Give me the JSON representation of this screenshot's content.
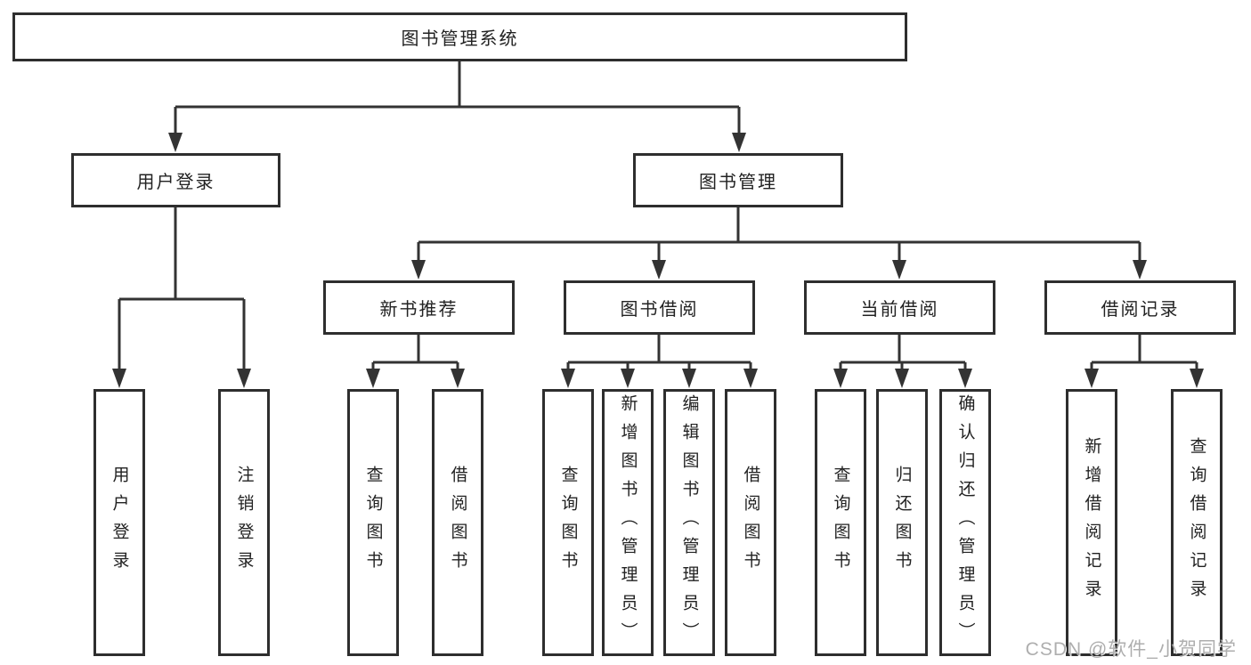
{
  "colors": {
    "line": "#333333",
    "box_border": "#2e2e2e",
    "text": "#222222",
    "watermark": "#a6a6a6",
    "background": "#ffffff"
  },
  "diagram": {
    "root": {
      "label": "图书管理系统"
    },
    "branches": [
      {
        "label": "用户登录",
        "children": [
          {
            "label": "用户登录"
          },
          {
            "label": "注销登录"
          }
        ]
      },
      {
        "label": "图书管理",
        "children": [
          {
            "label": "新书推荐",
            "children": [
              {
                "label": "查询图书"
              },
              {
                "label": "借阅图书"
              }
            ]
          },
          {
            "label": "图书借阅",
            "children": [
              {
                "label": "查询图书"
              },
              {
                "label": "新增图书（管理员）"
              },
              {
                "label": "编辑图书（管理员）"
              },
              {
                "label": "借阅图书"
              }
            ]
          },
          {
            "label": "当前借阅",
            "children": [
              {
                "label": "查询图书"
              },
              {
                "label": "归还图书"
              },
              {
                "label": "确认归还（管理员）"
              }
            ]
          },
          {
            "label": "借阅记录",
            "children": [
              {
                "label": "新增借阅记录"
              },
              {
                "label": "查询借阅记录"
              }
            ]
          }
        ]
      }
    ]
  },
  "watermark": {
    "text": "CSDN @软件_小贺同学"
  }
}
